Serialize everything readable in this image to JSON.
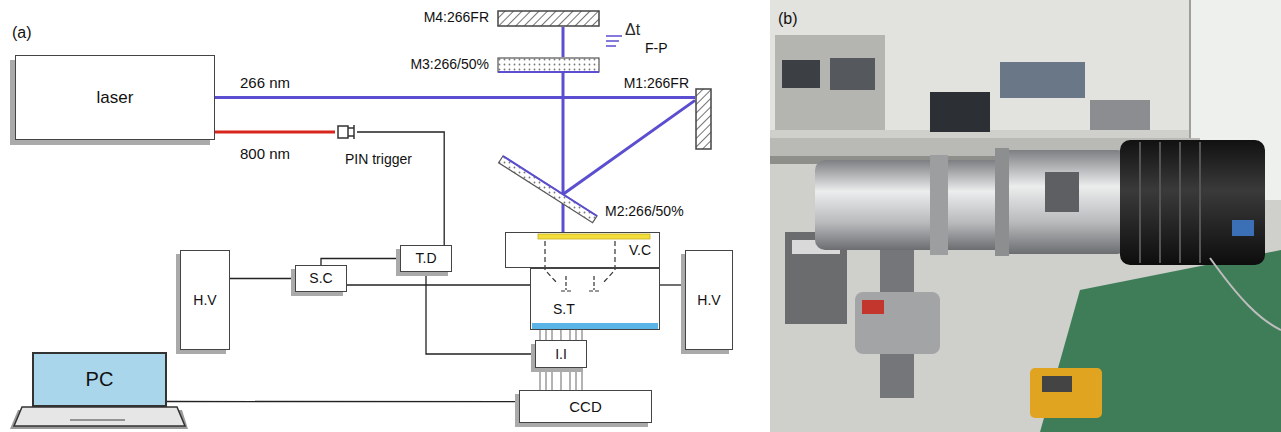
{
  "diagram": {
    "nodes": [
      {
        "text": [
          "laser"
        ]
      },
      {
        "text": [
          "PIN trigger"
        ]
      },
      {
        "text": [
          "M4:266FR"
        ]
      },
      {
        "text": [
          "M3:266/50%"
        ]
      },
      {
        "text": [
          "M1:266FR"
        ]
      },
      {
        "text": [
          "M2:266/50%"
        ]
      },
      {
        "text": [
          "V.C"
        ]
      },
      {
        "text": [
          "T.D"
        ]
      },
      {
        "text": [
          "S.C"
        ]
      },
      {
        "text": [
          "H.V"
        ]
      },
      {
        "text": [
          "S.T"
        ]
      },
      {
        "text": [
          "H.V"
        ]
      },
      {
        "text": [
          "I.I"
        ]
      },
      {
        "text": [
          "PC"
        ]
      },
      {
        "text": [
          "CCD"
        ]
      }
    ],
    "edges": [
      {
        "from": 0,
        "to": 4,
        "arrow": "none"
      },
      {
        "from": 4,
        "to": 5,
        "arrow": "none"
      },
      {
        "from": 5,
        "to": 3,
        "arrow": "none"
      },
      {
        "from": 3,
        "to": 2,
        "arrow": "none"
      },
      {
        "from": 5,
        "to": 6,
        "arrow": "none"
      },
      {
        "from": 0,
        "to": 1,
        "arrow": "none"
      },
      {
        "from": 1,
        "to": 7,
        "arrow": "none"
      },
      {
        "from": 7,
        "to": 8,
        "arrow": "none"
      },
      {
        "from": 9,
        "to": 8,
        "arrow": "none"
      },
      {
        "from": 8,
        "to": 10,
        "arrow": "none"
      },
      {
        "from": 11,
        "to": 10,
        "arrow": "none"
      },
      {
        "from": 7,
        "to": 12,
        "arrow": "none"
      },
      {
        "from": 10,
        "to": 12,
        "arrow": "none"
      },
      {
        "from": 12,
        "to": 14,
        "arrow": "none"
      },
      {
        "from": 13,
        "to": 14,
        "arrow": "none"
      }
    ],
    "labels": [
      "(a)",
      "266 nm",
      "800 nm",
      "Δt",
      "F-P",
      "(b)"
    ]
  }
}
